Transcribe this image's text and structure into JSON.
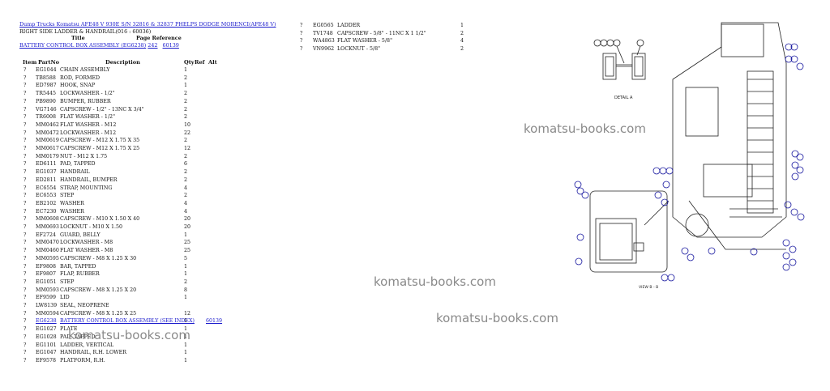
{
  "header": {
    "breadcrumb": "Dump Trucks Komatsu AFE48 V 930E S/N 32816 & 32837 PHELPS DODGE MORENCI(AFE48 V)",
    "section": "RIGHT SIDE LADDER & HANDRAIL(016 : 60036)",
    "col_title": "Title",
    "col_page_ref": "Page Reference",
    "link_title": "BATTERY CONTROL BOX ASSEMBLY (EG6238)",
    "link_page": "242",
    "link_ref": "60139"
  },
  "table_header": {
    "item": "Item",
    "part": "PartNo",
    "desc": "Description",
    "qty": "Qty",
    "ref": "Ref",
    "alt": "Alt"
  },
  "parts": [
    {
      "item": "?",
      "part": "EG1044",
      "desc": "CHAIN ASSEMBLY",
      "qty": "1",
      "ref": ""
    },
    {
      "item": "?",
      "part": "TB8588",
      "desc": "ROD, FORMED",
      "qty": "2",
      "ref": ""
    },
    {
      "item": "?",
      "part": "ED7987",
      "desc": "HOOK, SNAP",
      "qty": "1",
      "ref": ""
    },
    {
      "item": "?",
      "part": "TR5445",
      "desc": "LOCKWASHER - 1/2\"",
      "qty": "2",
      "ref": ""
    },
    {
      "item": "?",
      "part": "PB9890",
      "desc": "BUMPER, RUBBER",
      "qty": "2",
      "ref": ""
    },
    {
      "item": "?",
      "part": "VG7146",
      "desc": "CAPSCREW - 1/2\" - 13NC X 3/4\"",
      "qty": "2",
      "ref": ""
    },
    {
      "item": "?",
      "part": "TR6008",
      "desc": "FLAT WASHER - 1/2\"",
      "qty": "2",
      "ref": ""
    },
    {
      "item": "?",
      "part": "MM0462",
      "desc": "FLAT WASHER - M12",
      "qty": "10",
      "ref": ""
    },
    {
      "item": "?",
      "part": "MM0472",
      "desc": "LOCKWASHER - M12",
      "qty": "22",
      "ref": ""
    },
    {
      "item": "?",
      "part": "MM0619",
      "desc": "CAPSCREW - M12 X 1.75 X 35",
      "qty": "2",
      "ref": ""
    },
    {
      "item": "?",
      "part": "MM0617",
      "desc": "CAPSCREW - M12 X 1.75 X 25",
      "qty": "12",
      "ref": ""
    },
    {
      "item": "?",
      "part": "MM0179",
      "desc": "NUT - M12 X 1.75",
      "qty": "2",
      "ref": ""
    },
    {
      "item": "?",
      "part": "ED6111",
      "desc": "PAD, TAPPED",
      "qty": "6",
      "ref": ""
    },
    {
      "item": "?",
      "part": "EG1037",
      "desc": "HANDRAIL",
      "qty": "2",
      "ref": ""
    },
    {
      "item": "?",
      "part": "ED2811",
      "desc": "HANDRAIL, BUMPER",
      "qty": "2",
      "ref": ""
    },
    {
      "item": "?",
      "part": "EC6554",
      "desc": "STRAP, MOUNTING",
      "qty": "4",
      "ref": ""
    },
    {
      "item": "?",
      "part": "EC6553",
      "desc": "STEP",
      "qty": "2",
      "ref": ""
    },
    {
      "item": "?",
      "part": "EB2102",
      "desc": "WASHER",
      "qty": "4",
      "ref": ""
    },
    {
      "item": "?",
      "part": "EC7230",
      "desc": "WASHER",
      "qty": "4",
      "ref": ""
    },
    {
      "item": "?",
      "part": "MM0608",
      "desc": "CAPSCREW - M10 X 1.50 X 40",
      "qty": "20",
      "ref": ""
    },
    {
      "item": "?",
      "part": "MM0693",
      "desc": "LOCKNUT - M10 X 1.50",
      "qty": "20",
      "ref": ""
    },
    {
      "item": "?",
      "part": "EF2724",
      "desc": "GUARD, BELLY",
      "qty": "1",
      "ref": ""
    },
    {
      "item": "?",
      "part": "MM0470",
      "desc": "LOCKWASHER - M8",
      "qty": "25",
      "ref": ""
    },
    {
      "item": "?",
      "part": "MM0460",
      "desc": "FLAT WASHER - M8",
      "qty": "25",
      "ref": ""
    },
    {
      "item": "?",
      "part": "MM0595",
      "desc": "CAPSCREW - M8 X 1.25 X 30",
      "qty": "5",
      "ref": ""
    },
    {
      "item": "?",
      "part": "EF9808",
      "desc": "BAR, TAPPED",
      "qty": "1",
      "ref": ""
    },
    {
      "item": "?",
      "part": "EF9807",
      "desc": "FLAP, RUBBER",
      "qty": "1",
      "ref": ""
    },
    {
      "item": "?",
      "part": "EG1051",
      "desc": "STEP",
      "qty": "2",
      "ref": ""
    },
    {
      "item": "?",
      "part": "MM0593",
      "desc": "CAPSCREW - M8 X 1.25 X 20",
      "qty": "8",
      "ref": ""
    },
    {
      "item": "?",
      "part": "EF9599",
      "desc": "LID",
      "qty": "1",
      "ref": ""
    },
    {
      "item": "?",
      "part": "LW8139",
      "desc": "SEAL, NEOPRENE",
      "qty": "",
      "ref": ""
    },
    {
      "item": "?",
      "part": "MM0594",
      "desc": "CAPSCREW - M8 X 1.25 X 25",
      "qty": "12",
      "ref": ""
    },
    {
      "item": "?",
      "part": "EG6238",
      "desc": "BATTERY CONTROL BOX ASSEMBLY (SEE INDEX)",
      "qty": "1",
      "ref": "60139",
      "link": true
    },
    {
      "item": "?",
      "part": "EG1027",
      "desc": "PLATE",
      "qty": "1",
      "ref": ""
    },
    {
      "item": "?",
      "part": "EG1028",
      "desc": "PAD, TAPPED",
      "qty": "1",
      "ref": ""
    },
    {
      "item": "?",
      "part": "EG1101",
      "desc": "LADDER, VERTICAL",
      "qty": "1",
      "ref": ""
    },
    {
      "item": "?",
      "part": "EG1047",
      "desc": "HANDRAIL, R.H. LOWER",
      "qty": "1",
      "ref": ""
    },
    {
      "item": "?",
      "part": "EF9578",
      "desc": "PLATFORM, R.H.",
      "qty": "1",
      "ref": ""
    }
  ],
  "parts_right": [
    {
      "item": "?",
      "part": "EG0565",
      "desc": "LADDER",
      "qty": "1"
    },
    {
      "item": "?",
      "part": "TV1748",
      "desc": "CAPSCREW - 5/8\" - 11NC X 1 1/2\"",
      "qty": "2"
    },
    {
      "item": "?",
      "part": "WA4863",
      "desc": "FLAT WASHER - 5/8\"",
      "qty": "4"
    },
    {
      "item": "?",
      "part": "VN9962",
      "desc": "LOCKNUT - 5/8\"",
      "qty": "2"
    }
  ],
  "diagram": {
    "detail_label": "DETAIL A",
    "view_label": "VIEW B - B"
  },
  "watermarks": [
    "komatsu-books.com",
    "komatsu-books.com",
    "komatsu-books.com",
    "komatsu-books.com"
  ]
}
